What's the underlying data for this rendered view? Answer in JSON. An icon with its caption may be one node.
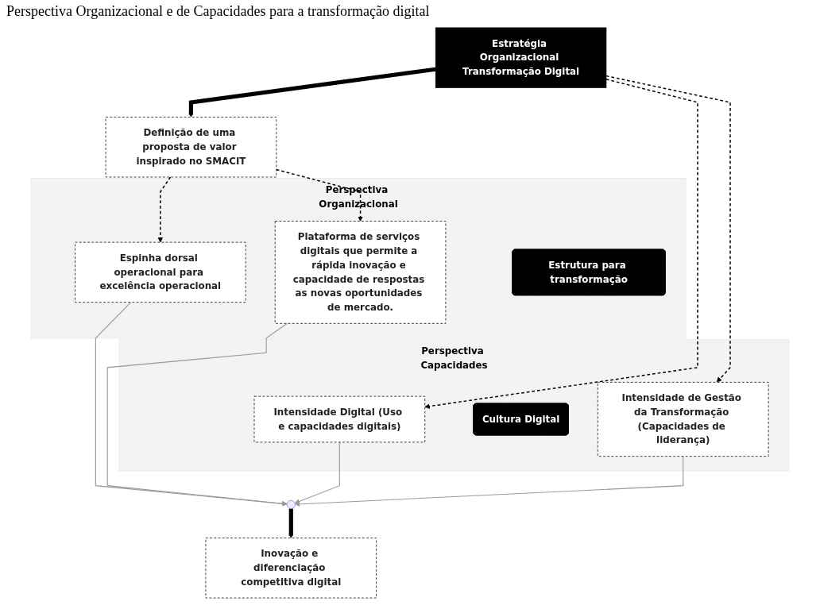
{
  "diagram": {
    "title": "Perspectiva Organizacional e de Capacidades para a transformação digital",
    "nodes": [
      {
        "text": [
          "Estratégia Organizacional Transformação Digital"
        ]
      },
      {
        "text": [
          "Definição de uma proposta de valor inspirado no SMACIT"
        ]
      },
      {
        "text": [
          "Perspectiva Organizacional"
        ]
      },
      {
        "text": [
          "Espinha dorsal operacional para excelência operacional"
        ],
        "in": 2
      },
      {
        "text": [
          "Plataforma de serviços digitais que permite a rápida inovação e capacidade de respostas as novas oportunidades de mercado."
        ],
        "in": 2
      },
      {
        "text": [
          "Estrutura para transformação"
        ],
        "in": 2
      },
      {
        "text": [],
        "shape": "circle"
      },
      {
        "text": [
          "Perspectiva Capacidades"
        ]
      },
      {
        "text": [
          "Intensidade Digital (Uso e capacidades digitais)"
        ],
        "in": 7
      },
      {
        "text": [
          "Intensidade de Gestão da Transformação (Capacidades de liderança)"
        ],
        "in": 7
      },
      {
        "text": [
          "Cultura Digital"
        ],
        "in": 7
      },
      {
        "text": [
          "Inovação e diferenciação competitiva digital"
        ]
      }
    ],
    "edges": [
      {
        "from": 0,
        "to": 1,
        "arrow": "to",
        "style": "thick"
      },
      {
        "from": 0,
        "to": 8,
        "arrow": "to",
        "style": "dashed"
      },
      {
        "from": 0,
        "to": 9,
        "arrow": "to",
        "style": "dashed"
      },
      {
        "from": 1,
        "to": 3,
        "arrow": "to",
        "style": "dashed"
      },
      {
        "from": 1,
        "to": 4,
        "arrow": "to",
        "style": "dashed"
      },
      {
        "from": 3,
        "to": 6,
        "arrow": "to",
        "color": "#999999"
      },
      {
        "from": 8,
        "to": 6,
        "arrow": "to",
        "color": "#999999"
      },
      {
        "from": 4,
        "to": 6,
        "arrow": "to",
        "color": "#999999"
      },
      {
        "from": 9,
        "to": 6,
        "arrow": "to",
        "color": "#999999"
      },
      {
        "from": 6,
        "to": 11,
        "arrow": "to",
        "style": "thick"
      }
    ]
  }
}
